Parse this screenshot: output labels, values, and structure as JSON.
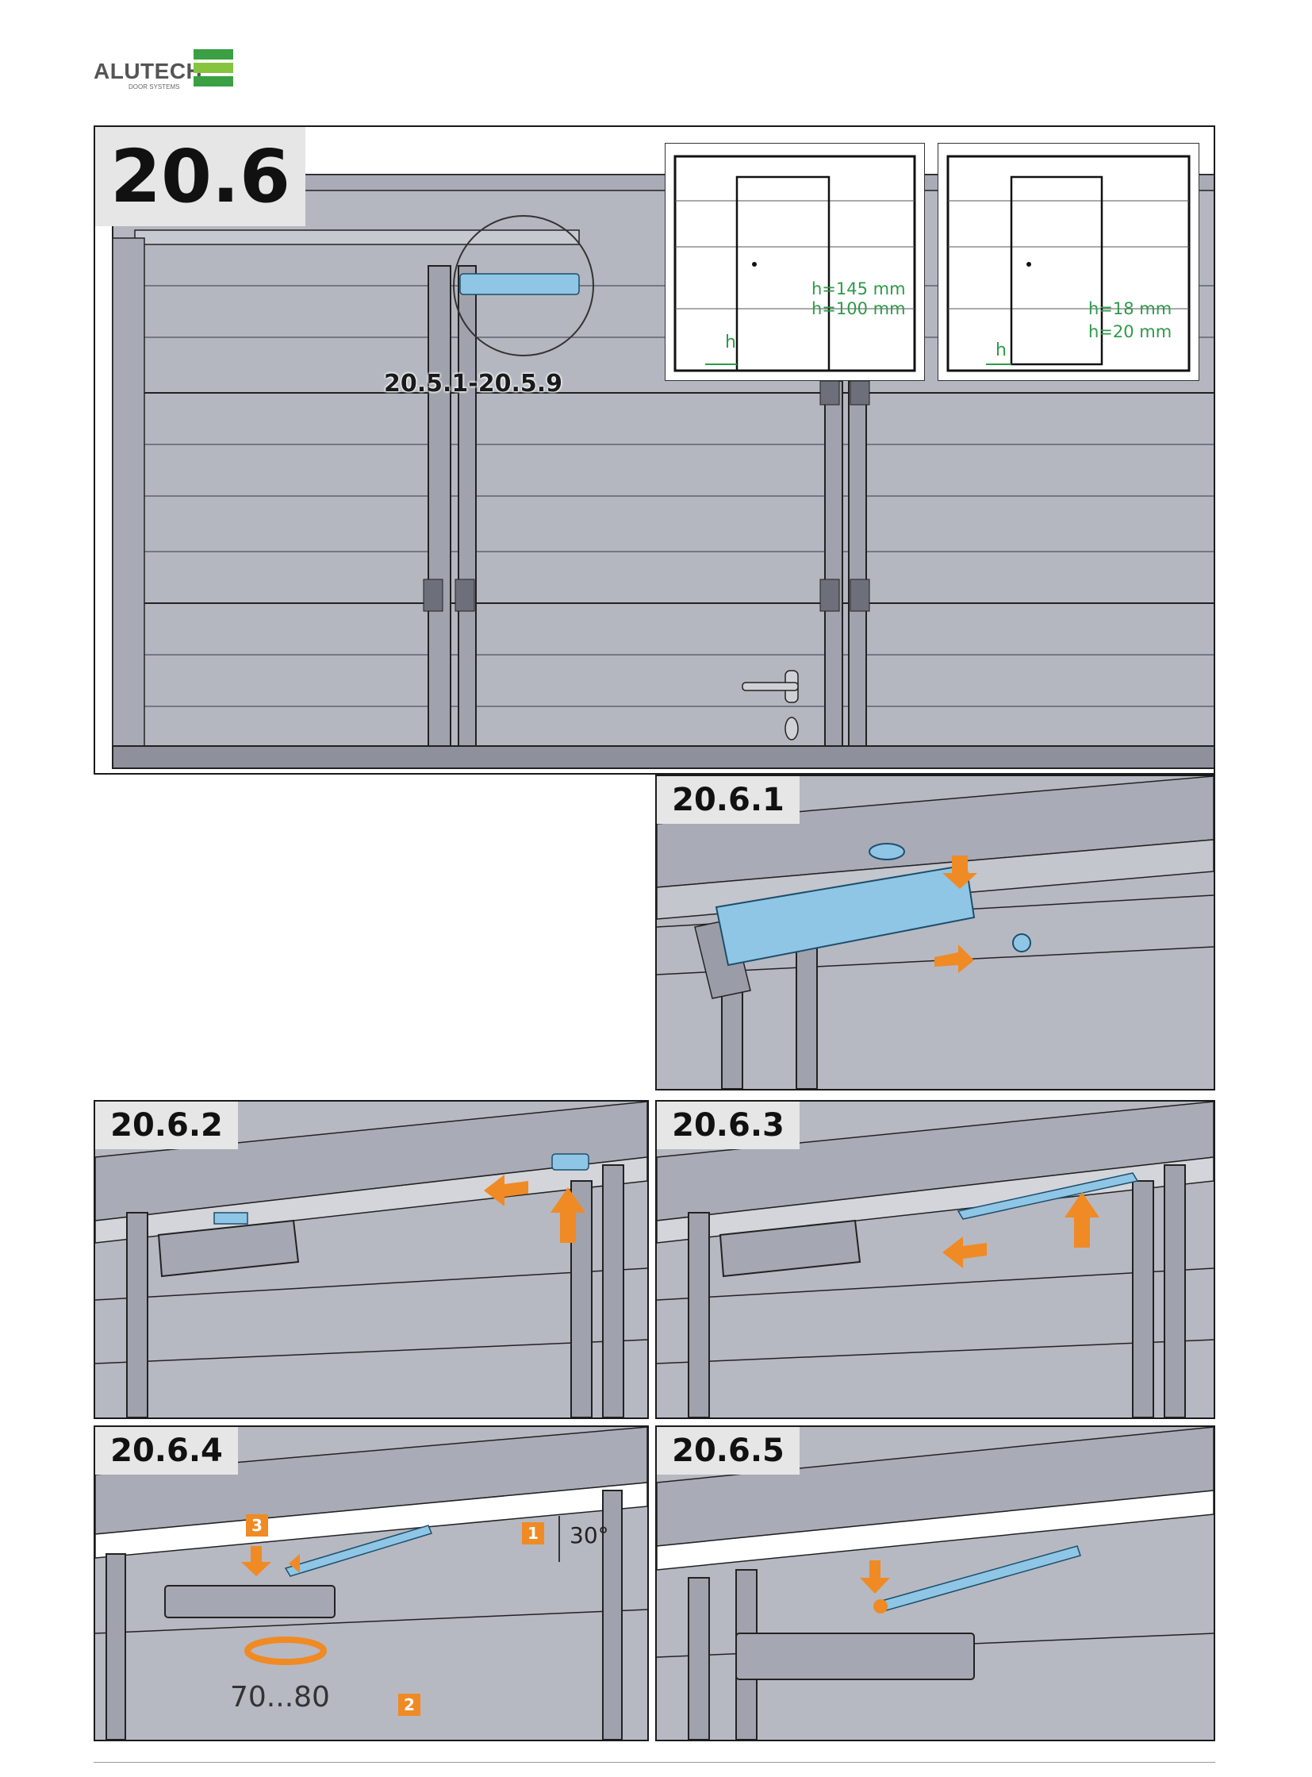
{
  "brand": {
    "name": "ALUTECH",
    "tagline": "DOOR SYSTEMS",
    "colors": {
      "green_dark": "#3aa043",
      "green_light": "#86c440",
      "accent": "#f08a24",
      "part_blue": "#8fc6e6",
      "panel_gray": "#b4b7c0"
    }
  },
  "main": {
    "step": "20.6",
    "reference": "20.5.1-20.5.9"
  },
  "detail_left": {
    "h1": "h=145 mm",
    "h2": "h=100 mm",
    "h_label": "h"
  },
  "detail_right": {
    "h1": "h=18 mm",
    "h2": "h=20 mm",
    "h_label": "h"
  },
  "steps": [
    {
      "label": "20.6.1"
    },
    {
      "label": "20.6.2"
    },
    {
      "label": "20.6.3"
    },
    {
      "label": "20.6.4",
      "badges": [
        "1",
        "2",
        "3"
      ],
      "angle": "30°",
      "torque": "70...80"
    },
    {
      "label": "20.6.5"
    }
  ]
}
